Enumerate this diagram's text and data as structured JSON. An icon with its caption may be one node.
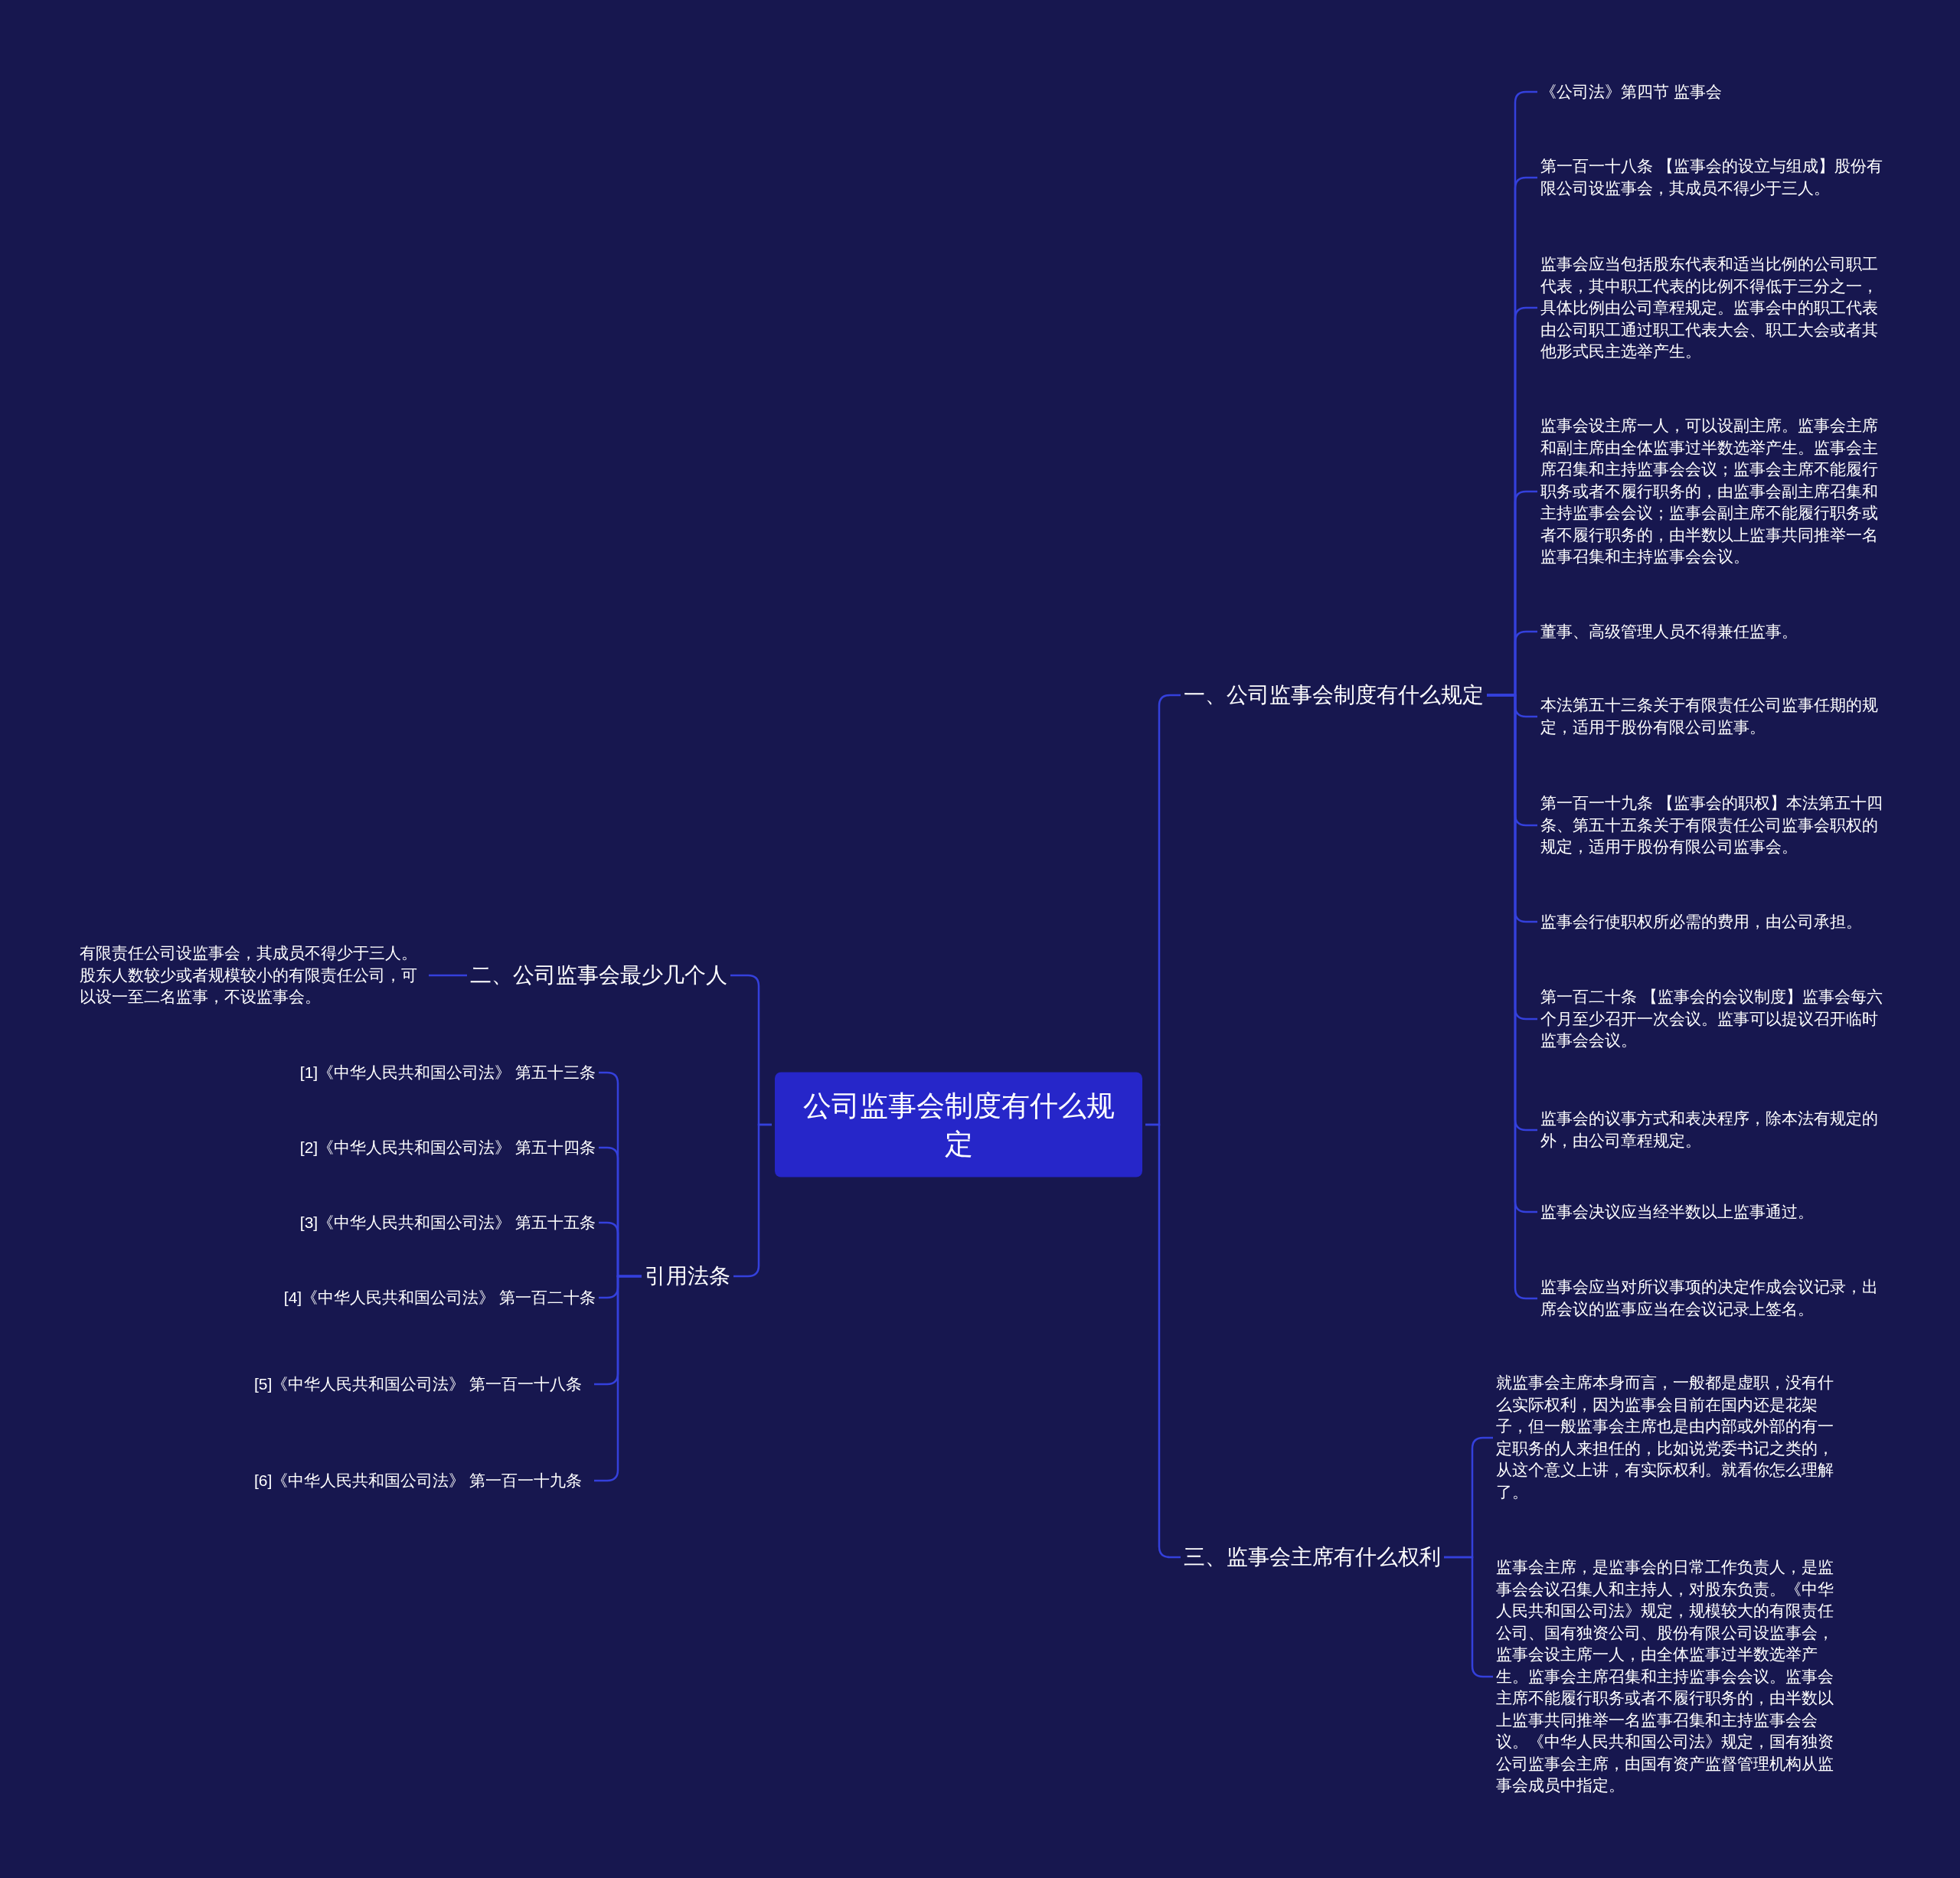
{
  "diagram": {
    "nodes": [
      {
        "text": [
          "公司监事会制度有什么规定"
        ]
      },
      {
        "text": [
          "一、公司监事会制度有什么规定"
        ]
      },
      {
        "text": [
          "《公司法》第四节 监事会"
        ]
      },
      {
        "text": [
          "第一百一十八条 【监事会的设立与组成】股份有限公司设监事会，其成员不得少于三人。"
        ]
      },
      {
        "text": [
          "监事会应当包括股东代表和适当比例的公司职工代表，其中职工代表的比例不得低于三分之一，具体比例由公司章程规定。监事会中的职工代表由公司职工通过职工代表大会、职工大会或者其他形式民主选举产生。"
        ]
      },
      {
        "text": [
          "监事会设主席一人，可以设副主席。监事会主席和副主席由全体监事过半数选举产生。监事会主席召集和主持监事会会议；监事会主席不能履行职务或者不履行职务的，由监事会副主席召集和主持监事会会议；监事会副主席不能履行职务或者不履行职务的，由半数以上监事共同推举一名监事召集和主持监事会会议。"
        ]
      },
      {
        "text": [
          "董事、高级管理人员不得兼任监事。"
        ]
      },
      {
        "text": [
          "本法第五十三条关于有限责任公司监事任期的规定，适用于股份有限公司监事。"
        ]
      },
      {
        "text": [
          "第一百一十九条 【监事会的职权】本法第五十四条、第五十五条关于有限责任公司监事会职权的规定，适用于股份有限公司监事会。"
        ]
      },
      {
        "text": [
          "监事会行使职权所必需的费用，由公司承担。"
        ]
      },
      {
        "text": [
          "第一百二十条 【监事会的会议制度】监事会每六个月至少召开一次会议。监事可以提议召开临时监事会会议。"
        ]
      },
      {
        "text": [
          "监事会的议事方式和表决程序，除本法有规定的外，由公司章程规定。"
        ]
      },
      {
        "text": [
          "监事会决议应当经半数以上监事通过。"
        ]
      },
      {
        "text": [
          "监事会应当对所议事项的决定作成会议记录，出席会议的监事应当在会议记录上签名。"
        ]
      },
      {
        "text": [
          "二、公司监事会最少几个人"
        ]
      },
      {
        "text": [
          "有限责任公司设监事会，其成员不得少于三人。股东人数较少或者规模较小的有限责任公司，可以设一至二名监事，不设监事会。"
        ]
      },
      {
        "text": [
          "引用法条"
        ]
      },
      {
        "text": [
          "[1]《中华人民共和国公司法》 第五十三条"
        ]
      },
      {
        "text": [
          "[2]《中华人民共和国公司法》 第五十四条"
        ]
      },
      {
        "text": [
          "[3]《中华人民共和国公司法》 第五十五条"
        ]
      },
      {
        "text": [
          "[4]《中华人民共和国公司法》 第一百二十条"
        ]
      },
      {
        "text": [
          "[5]《中华人民共和国公司法》 第一百一十八条"
        ]
      },
      {
        "text": [
          "[6]《中华人民共和国公司法》 第一百一十九条"
        ]
      },
      {
        "text": [
          "三、监事会主席有什么权利"
        ]
      },
      {
        "text": [
          "就监事会主席本身而言，一般都是虚职，没有什么实际权利，因为监事会目前在国内还是花架子，但一般监事会主席也是由内部或外部的有一定职务的人来担任的，比如说党委书记之类的，从这个意义上讲，有实际权利。就看你怎么理解了。"
        ]
      },
      {
        "text": [
          "监事会主席，是监事会的日常工作负责人，是监事会会议召集人和主持人，对股东负责。《中华人民共和国公司法》规定，规模较大的有限责任公司、国有独资公司、股份有限公司设监事会，监事会设主席一人，由全体监事过半数选举产生。监事会主席召集和主持监事会会议。监事会主席不能履行职务或者不履行职务的，由半数以上监事共同推举一名监事召集和主持监事会会议。《中华人民共和国公司法》规定，国有独资公司监事会主席，由国有资产监督管理机构从监事会成员中指定。"
        ]
      }
    ],
    "edges": [
      {
        "from": 0,
        "to": 1,
        "arrow": "none"
      },
      {
        "from": 1,
        "to": 2,
        "arrow": "none"
      },
      {
        "from": 1,
        "to": 3,
        "arrow": "none"
      },
      {
        "from": 1,
        "to": 4,
        "arrow": "none"
      },
      {
        "from": 1,
        "to": 5,
        "arrow": "none"
      },
      {
        "from": 1,
        "to": 6,
        "arrow": "none"
      },
      {
        "from": 1,
        "to": 7,
        "arrow": "none"
      },
      {
        "from": 1,
        "to": 8,
        "arrow": "none"
      },
      {
        "from": 1,
        "to": 9,
        "arrow": "none"
      },
      {
        "from": 1,
        "to": 10,
        "arrow": "none"
      },
      {
        "from": 1,
        "to": 11,
        "arrow": "none"
      },
      {
        "from": 1,
        "to": 12,
        "arrow": "none"
      },
      {
        "from": 1,
        "to": 13,
        "arrow": "none"
      },
      {
        "from": 0,
        "to": 14,
        "arrow": "none"
      },
      {
        "from": 14,
        "to": 15,
        "arrow": "none"
      },
      {
        "from": 0,
        "to": 16,
        "arrow": "none"
      },
      {
        "from": 16,
        "to": 17,
        "arrow": "none"
      },
      {
        "from": 16,
        "to": 18,
        "arrow": "none"
      },
      {
        "from": 16,
        "to": 19,
        "arrow": "none"
      },
      {
        "from": 16,
        "to": 20,
        "arrow": "none"
      },
      {
        "from": 16,
        "to": 21,
        "arrow": "none"
      },
      {
        "from": 16,
        "to": 22,
        "arrow": "none"
      },
      {
        "from": 0,
        "to": 23,
        "arrow": "none"
      },
      {
        "from": 23,
        "to": 24,
        "arrow": "none"
      },
      {
        "from": 23,
        "to": 25,
        "arrow": "none"
      }
    ]
  }
}
